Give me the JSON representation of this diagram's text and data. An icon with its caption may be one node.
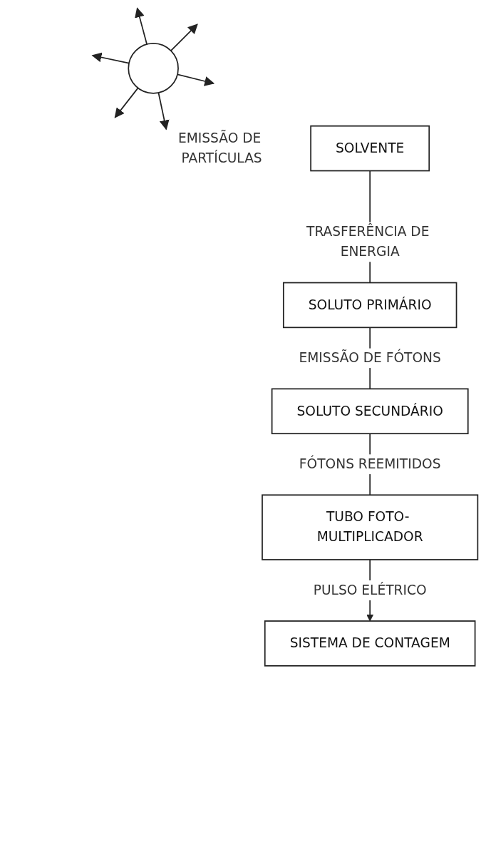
{
  "diagram": {
    "nodes": [
      {
        "text": [],
        "shape": "circle",
        "beside": [
          "EMISSÃO DE PARTÍCULAS"
        ]
      },
      {
        "text": [
          "SOLVENTE"
        ]
      },
      {
        "text": [
          "SOLUTO PRIMÁRIO"
        ]
      },
      {
        "text": [
          "SOLUTO SECUNDÁRIO"
        ]
      },
      {
        "text": [
          "TUBO FOTO- MULTIPLICADOR"
        ]
      },
      {
        "text": [
          "SISTEMA DE CONTAGEM"
        ]
      }
    ],
    "edges": [
      {
        "from": 0,
        "to": null,
        "arrow": "to"
      },
      {
        "from": 0,
        "to": null,
        "arrow": "to"
      },
      {
        "from": 0,
        "to": null,
        "arrow": "to"
      },
      {
        "from": 0,
        "to": null,
        "arrow": "to"
      },
      {
        "from": 0,
        "to": null,
        "arrow": "to"
      },
      {
        "from": 0,
        "to": null,
        "arrow": "to"
      },
      {
        "from": 1,
        "to": 2,
        "arrow": "none",
        "label": "TRASFERÊNCIA DE ENERGIA"
      },
      {
        "from": 2,
        "to": 3,
        "arrow": "none",
        "label": "EMISSÃO DE FÓTONS"
      },
      {
        "from": 3,
        "to": 4,
        "arrow": "none",
        "label": "FÓTONS REEMITIDOS"
      },
      {
        "from": 4,
        "to": 5,
        "arrow": "to",
        "label": "PULSO ELÉTRICO"
      }
    ]
  }
}
